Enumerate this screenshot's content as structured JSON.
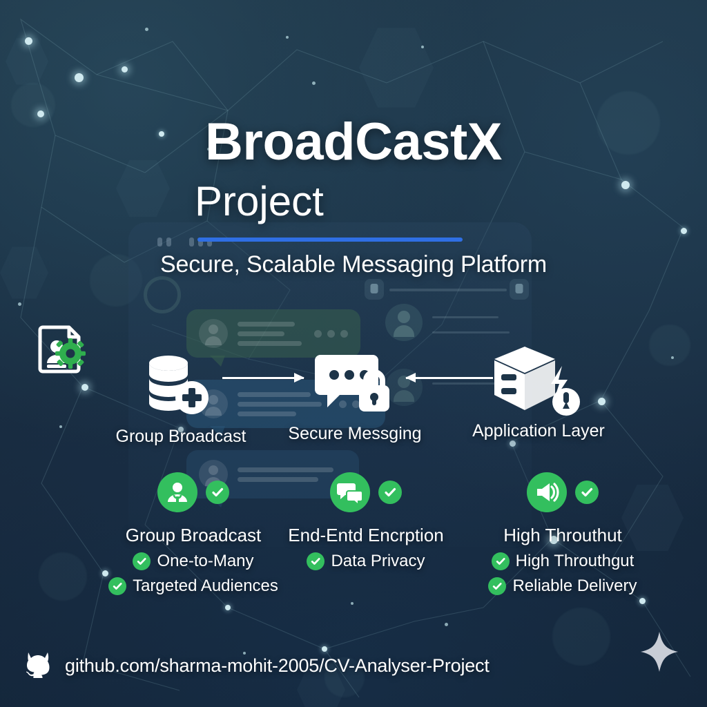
{
  "title": "BroadCastX",
  "subtitle": "Project",
  "tagline": "Secure, Scalable Messaging Platform",
  "colors": {
    "background_top": "#1e3547",
    "background_bottom": "#132539",
    "accent_blue": "#2f6fe4",
    "accent_green": "#33bf5e",
    "text": "#ffffff"
  },
  "pipeline": [
    {
      "label": "Group Broadcast",
      "icon": "database-plus-icon"
    },
    {
      "label": "Secure Messging",
      "icon": "chat-lock-icon"
    },
    {
      "label": "Application Layer",
      "icon": "server-stack-icon"
    }
  ],
  "arrows": [
    {
      "direction": "right",
      "name": "arrow-right"
    },
    {
      "direction": "left",
      "name": "arrow-left"
    }
  ],
  "features": [
    {
      "heading": "Group Broadcast",
      "icon": "user-group-icon",
      "check_icon": "check-circle-icon",
      "items": [
        "One-to-Many",
        "Targeted Audiences"
      ]
    },
    {
      "heading": "End-Entd Encrption",
      "icon": "chat-bubbles-icon",
      "check_icon": "check-circle-icon",
      "items": [
        "Data Privacy"
      ]
    },
    {
      "heading": "High Throuthut",
      "icon": "speaker-icon",
      "check_icon": "check-circle-icon",
      "items": [
        "High Throuthgut",
        "Reliable Delivery"
      ]
    }
  ],
  "footer": {
    "url": "github.com/sharma-mohit-2005/CV-Analyser-Project",
    "icon": "github-icon",
    "sparkle_icon": "sparkle-icon"
  },
  "decor": {
    "cv_icon": "document-person-gear-icon"
  }
}
